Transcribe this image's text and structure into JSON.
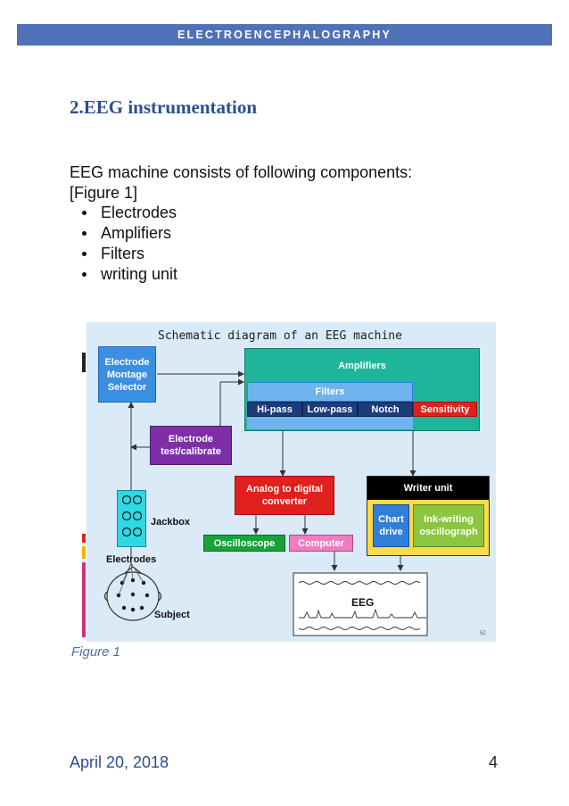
{
  "header": {
    "title": "ELECTROENCEPHALOGRAPHY"
  },
  "section": {
    "title": "2.EEG instrumentation"
  },
  "intro": {
    "line1": "EEG machine consists of following components:",
    "line2": "[Figure 1]"
  },
  "components": [
    "Electrodes",
    "Amplifiers",
    "Filters",
    "writing unit"
  ],
  "figure": {
    "title": "Schematic diagram of an EEG machine",
    "electrode_montage": "Electrode Montage Selector",
    "amplifiers": "Amplifiers",
    "filters": "Filters",
    "hipass": "Hi-pass",
    "lowpass": "Low-pass",
    "notch": "Notch",
    "sensitivity": "Sensitivity",
    "electrode_test": "Electrode test/calibrate",
    "adc": "Analog to digital converter",
    "writer_unit": "Writer unit",
    "chart_drive": "Chart drive",
    "ink_writing": "Ink-writing oscillograph",
    "oscilloscope": "Oscilloscope",
    "computer": "Computer",
    "jackbox": "Jackbox",
    "electrodes": "Electrodes",
    "subject": "Subject",
    "eeg": "EEG",
    "corner_mark": "52",
    "colors": {
      "teal": "#1fb59a",
      "blue": "#2f7fd8",
      "navy": "#1d3c78",
      "red": "#e0201d",
      "purple": "#7e2fa8",
      "green": "#17a33a",
      "pink": "#f07cc0",
      "yellowgreen": "#8cc63f",
      "cyan": "#30d8e6",
      "black": "#000000"
    }
  },
  "caption": "Figure 1",
  "footer": {
    "date": "April 20, 2018",
    "page": "4"
  }
}
